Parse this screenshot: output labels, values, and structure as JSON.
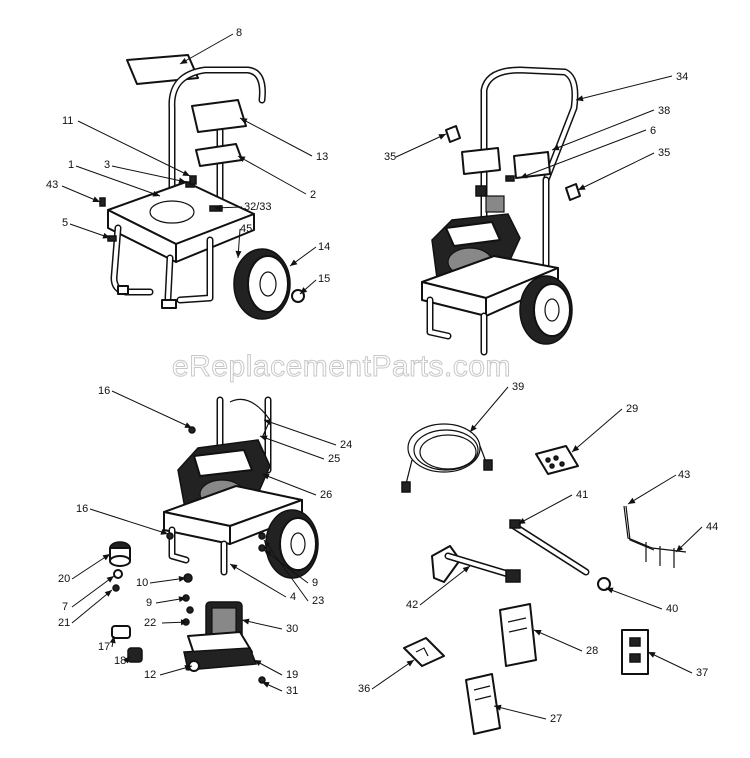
{
  "watermark": "eReplacementParts.com",
  "callouts": [
    {
      "id": "c8",
      "label": "8"
    },
    {
      "id": "c11",
      "label": "11"
    },
    {
      "id": "c13",
      "label": "13"
    },
    {
      "id": "c1",
      "label": "1"
    },
    {
      "id": "c3",
      "label": "3"
    },
    {
      "id": "c2",
      "label": "2"
    },
    {
      "id": "c43a",
      "label": "43"
    },
    {
      "id": "c3233",
      "label": "32/33"
    },
    {
      "id": "c5",
      "label": "5"
    },
    {
      "id": "c45",
      "label": "45"
    },
    {
      "id": "c14",
      "label": "14"
    },
    {
      "id": "c15",
      "label": "15"
    },
    {
      "id": "c34",
      "label": "34"
    },
    {
      "id": "c38",
      "label": "38"
    },
    {
      "id": "c6",
      "label": "6"
    },
    {
      "id": "c35a",
      "label": "35"
    },
    {
      "id": "c35b",
      "label": "35"
    },
    {
      "id": "c16a",
      "label": "16"
    },
    {
      "id": "c24",
      "label": "24"
    },
    {
      "id": "c25",
      "label": "25"
    },
    {
      "id": "c26",
      "label": "26"
    },
    {
      "id": "c16b",
      "label": "16"
    },
    {
      "id": "c20",
      "label": "20"
    },
    {
      "id": "c7",
      "label": "7"
    },
    {
      "id": "c21",
      "label": "21"
    },
    {
      "id": "c10",
      "label": "10"
    },
    {
      "id": "c9a",
      "label": "9"
    },
    {
      "id": "c9b",
      "label": "9"
    },
    {
      "id": "c4",
      "label": "4"
    },
    {
      "id": "c23",
      "label": "23"
    },
    {
      "id": "c22",
      "label": "22"
    },
    {
      "id": "c30",
      "label": "30"
    },
    {
      "id": "c17",
      "label": "17"
    },
    {
      "id": "c18",
      "label": "18"
    },
    {
      "id": "c12",
      "label": "12"
    },
    {
      "id": "c19",
      "label": "19"
    },
    {
      "id": "c31",
      "label": "31"
    },
    {
      "id": "c39",
      "label": "39"
    },
    {
      "id": "c29",
      "label": "29"
    },
    {
      "id": "c41",
      "label": "41"
    },
    {
      "id": "c43b",
      "label": "43"
    },
    {
      "id": "c44",
      "label": "44"
    },
    {
      "id": "c42",
      "label": "42"
    },
    {
      "id": "c40",
      "label": "40"
    },
    {
      "id": "c28",
      "label": "28"
    },
    {
      "id": "c37",
      "label": "37"
    },
    {
      "id": "c36",
      "label": "36"
    },
    {
      "id": "c27",
      "label": "27"
    }
  ]
}
